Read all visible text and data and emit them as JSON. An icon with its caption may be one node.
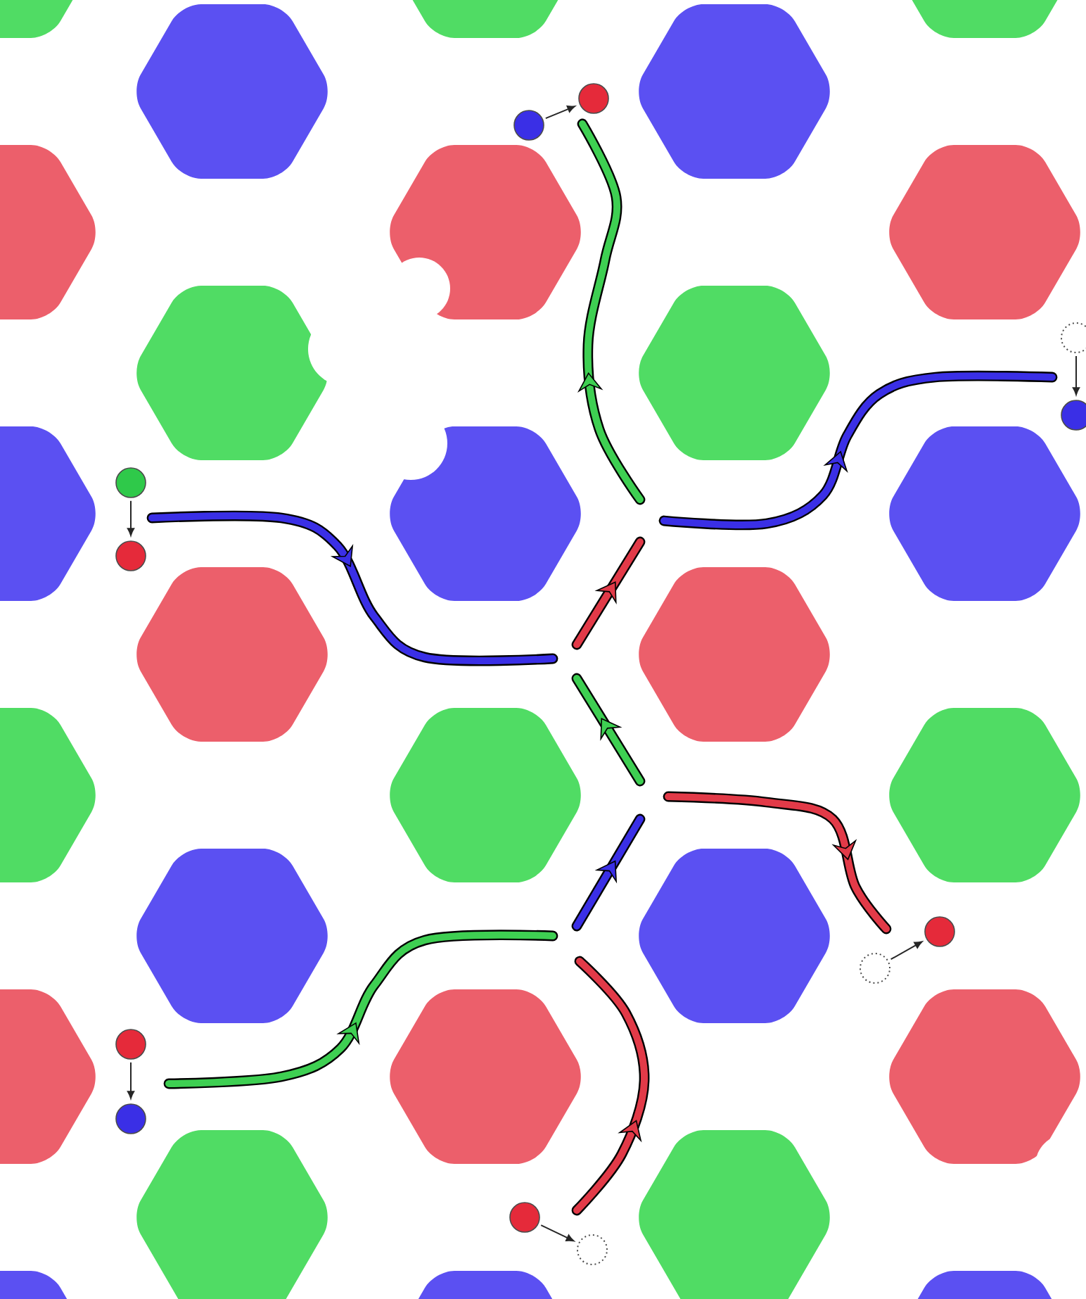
{
  "diagram": {
    "nodes": [
      {
        "text": [],
        "shape": "hexagon"
      },
      {
        "text": [],
        "shape": "hexagon"
      },
      {
        "text": [],
        "shape": "hexagon"
      },
      {
        "text": [],
        "shape": "hexagon"
      },
      {
        "text": [],
        "shape": "hexagon"
      },
      {
        "text": [],
        "shape": "hexagon"
      },
      {
        "text": [],
        "shape": "hexagon"
      },
      {
        "text": [],
        "shape": "hexagon"
      },
      {
        "text": [],
        "shape": "hexagon"
      },
      {
        "text": [],
        "shape": "hexagon"
      },
      {
        "text": [],
        "shape": "hexagon"
      },
      {
        "text": [],
        "shape": "hexagon"
      },
      {
        "text": [],
        "shape": "hexagon"
      },
      {
        "text": [],
        "shape": "hexagon"
      },
      {
        "text": [],
        "shape": "hexagon"
      },
      {
        "text": [],
        "shape": "hexagon"
      },
      {
        "text": [],
        "shape": "hexagon"
      },
      {
        "text": [],
        "shape": "hexagon"
      },
      {
        "text": [],
        "shape": "hexagon"
      },
      {
        "text": [],
        "shape": "hexagon"
      },
      {
        "text": [],
        "shape": "hexagon"
      },
      {
        "text": [],
        "shape": "hexagon"
      },
      {
        "text": [],
        "shape": "hexagon"
      },
      {
        "text": [],
        "shape": "hexagon"
      },
      {
        "text": [],
        "shape": "hexagon"
      },
      {
        "text": [],
        "shape": "hexagon"
      },
      {
        "text": [],
        "shape": "hexagon"
      },
      {
        "text": [],
        "shape": "hexagon"
      },
      {
        "text": [],
        "shape": "circle"
      },
      {
        "text": [],
        "shape": "circle"
      },
      {
        "text": [],
        "shape": "circle"
      },
      {
        "text": [],
        "shape": "circle"
      },
      {
        "text": [],
        "shape": "circle"
      },
      {
        "text": [],
        "shape": "circle"
      },
      {
        "text": [],
        "shape": "circle"
      },
      {
        "text": [],
        "shape": "circle"
      },
      {
        "text": [],
        "shape": "circle"
      },
      {
        "text": [],
        "shape": "circle"
      },
      {
        "text": [],
        "shape": "circle"
      },
      {
        "text": [],
        "shape": "circle"
      }
    ],
    "edges": [
      {
        "from": 29,
        "to": 28,
        "arrow": "to"
      },
      {
        "from": 30,
        "to": 31,
        "arrow": "to"
      },
      {
        "from": 32,
        "to": 33,
        "arrow": "to"
      },
      {
        "from": 35,
        "to": 34,
        "arrow": "to"
      },
      {
        "from": 36,
        "to": 37,
        "arrow": "to"
      },
      {
        "from": 38,
        "to": 39,
        "arrow": "to"
      }
    ]
  }
}
